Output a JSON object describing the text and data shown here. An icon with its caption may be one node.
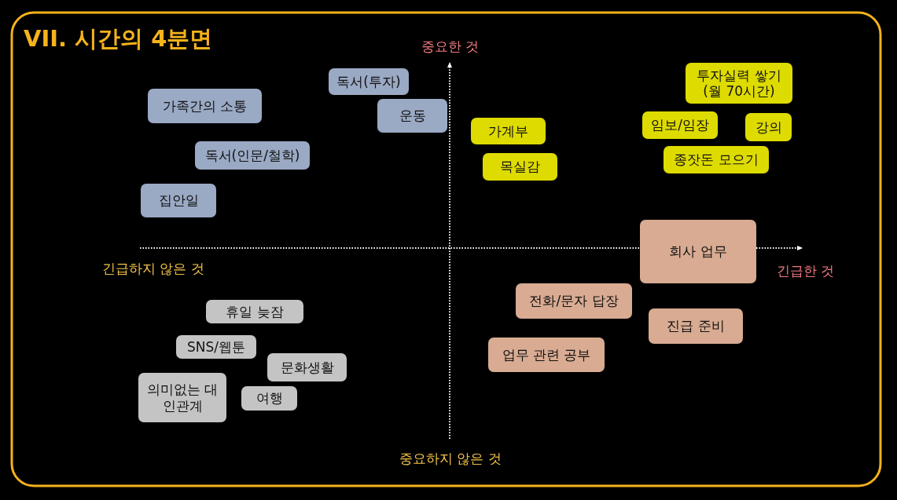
{
  "diagram": {
    "title": "VII. 시간의 4분면",
    "nodes": [
      {
        "text": [
          "독서(투자)"
        ]
      },
      {
        "text": [
          "가족간의 소통"
        ]
      },
      {
        "text": [
          "운동"
        ]
      },
      {
        "text": [
          "가계부"
        ]
      },
      {
        "text": [
          "투자실력 쌓기 (월 70시간)"
        ]
      },
      {
        "text": [
          "임보/임장"
        ]
      },
      {
        "text": [
          "강의"
        ]
      },
      {
        "text": [
          "독서(인문/철학)"
        ]
      },
      {
        "text": [
          "목실감"
        ]
      },
      {
        "text": [
          "종잣돈 모으기"
        ]
      },
      {
        "text": [
          "집안일"
        ]
      },
      {
        "text": [
          "회사 업무"
        ]
      },
      {
        "text": [
          "전화/문자 답장"
        ]
      },
      {
        "text": [
          "휴일 늦잠"
        ]
      },
      {
        "text": [
          "진급 준비"
        ]
      },
      {
        "text": [
          "SNS/웹툰"
        ]
      },
      {
        "text": [
          "업무 관련 공부"
        ]
      },
      {
        "text": [
          "문화생활"
        ]
      },
      {
        "text": [
          "의미없는 대인관계"
        ]
      },
      {
        "text": [
          "여행"
        ]
      }
    ],
    "labels": [
      "중요한 것",
      "긴급하지 않은 것",
      "긴급한 것",
      "중요하지 않은 것"
    ]
  }
}
